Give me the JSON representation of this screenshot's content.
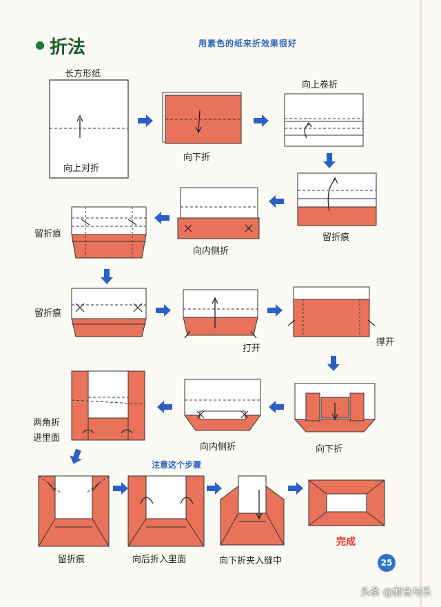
{
  "header": {
    "title": "折法",
    "subtitle": "用素色的纸来折效果很好"
  },
  "steps": [
    {
      "label": "长方形纸"
    },
    {
      "label": "向上对折"
    },
    {
      "label": "向下折"
    },
    {
      "label": "向上卷折"
    },
    {
      "label": "留折痕"
    },
    {
      "label": "向内侧折"
    },
    {
      "label": "留折痕"
    },
    {
      "label": "留折痕"
    },
    {
      "label": "打开"
    },
    {
      "label": "撑开"
    },
    {
      "label": "向内侧折"
    },
    {
      "label": "向下折"
    },
    {
      "label": "两角折"
    },
    {
      "label": "进里面"
    },
    {
      "label": "留折痕"
    },
    {
      "label": "向后折入里面"
    },
    {
      "label": "向下折夹入缝中"
    }
  ],
  "note": "注意这个步骤",
  "done_label": "完成",
  "page_number": "25",
  "watermark": "头条 @剧食与乐",
  "colors": {
    "paper": "#ffffff",
    "orange": "#e8735a",
    "arrow": "#2a5fc4",
    "title_green": "#1e5a2a"
  }
}
